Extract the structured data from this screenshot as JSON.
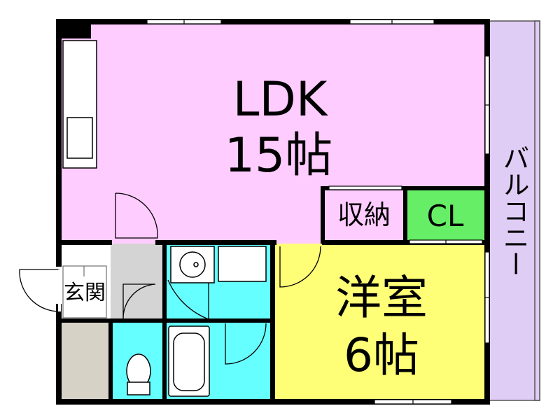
{
  "rooms": {
    "ldk": {
      "name": "LDK",
      "size": "15帖"
    },
    "storage": {
      "name": "収納"
    },
    "closet": {
      "name": "CL"
    },
    "western": {
      "name": "洋室",
      "size": "6帖"
    },
    "entrance": {
      "name": "玄関"
    },
    "balcony": {
      "name": "バルコニー"
    }
  },
  "colors": {
    "ldk": "#ffccff",
    "closet": "#66ee66",
    "western": "#ffff77",
    "water": "#66ffff",
    "balcony": "#e0cdf5",
    "shoe_storage": "#d6d2c6",
    "entrance_floor": "#d4d4d4",
    "wall": "#000000"
  }
}
